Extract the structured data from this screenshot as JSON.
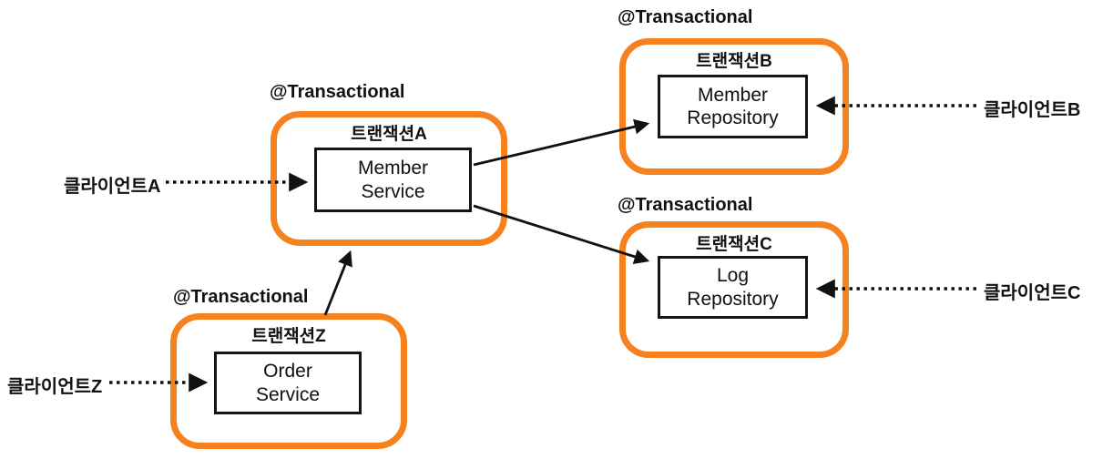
{
  "colors": {
    "accent_orange": "#F5821F",
    "line_black": "#111111"
  },
  "groups": [
    {
      "id": "A",
      "annotation": "@Transactional",
      "title": "트랜잭션A",
      "component": "Member\nService"
    },
    {
      "id": "B",
      "annotation": "@Transactional",
      "title": "트랜잭션B",
      "component": "Member\nRepository"
    },
    {
      "id": "C",
      "annotation": "@Transactional",
      "title": "트랜잭션C",
      "component": "Log\nRepository"
    },
    {
      "id": "Z",
      "annotation": "@Transactional",
      "title": "트랜잭션Z",
      "component": "Order\nService"
    }
  ],
  "clients": [
    {
      "id": "A",
      "label": "클라이언트A"
    },
    {
      "id": "B",
      "label": "클라이언트B"
    },
    {
      "id": "C",
      "label": "클라이언트C"
    },
    {
      "id": "Z",
      "label": "클라이언트Z"
    }
  ]
}
